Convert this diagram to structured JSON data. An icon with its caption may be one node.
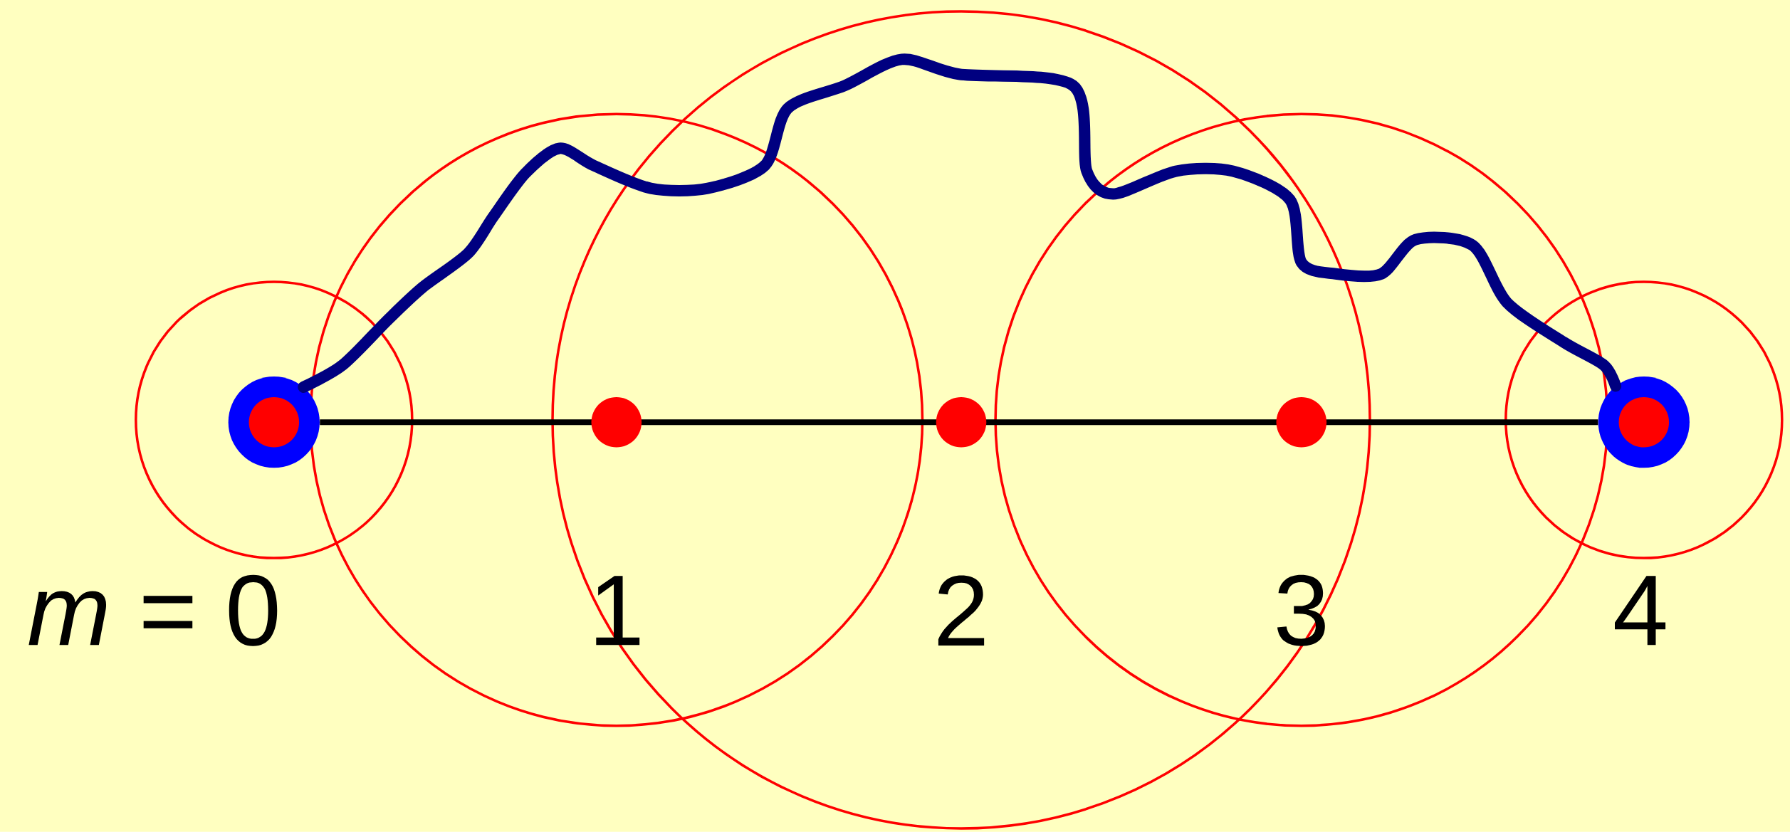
{
  "diagram": {
    "nodes": [
      {
        "text": [],
        "shape": "circle"
      },
      {
        "text": [],
        "shape": "circle"
      }
    ],
    "edges": [
      {
        "from": 0,
        "to": 1,
        "arrow": "none"
      },
      {
        "from": 0,
        "to": 1,
        "arrow": "none",
        "style": "thick",
        "color": "#000080"
      }
    ],
    "labels": [
      "*m* = 0",
      "1",
      "2",
      "3",
      "4"
    ]
  }
}
